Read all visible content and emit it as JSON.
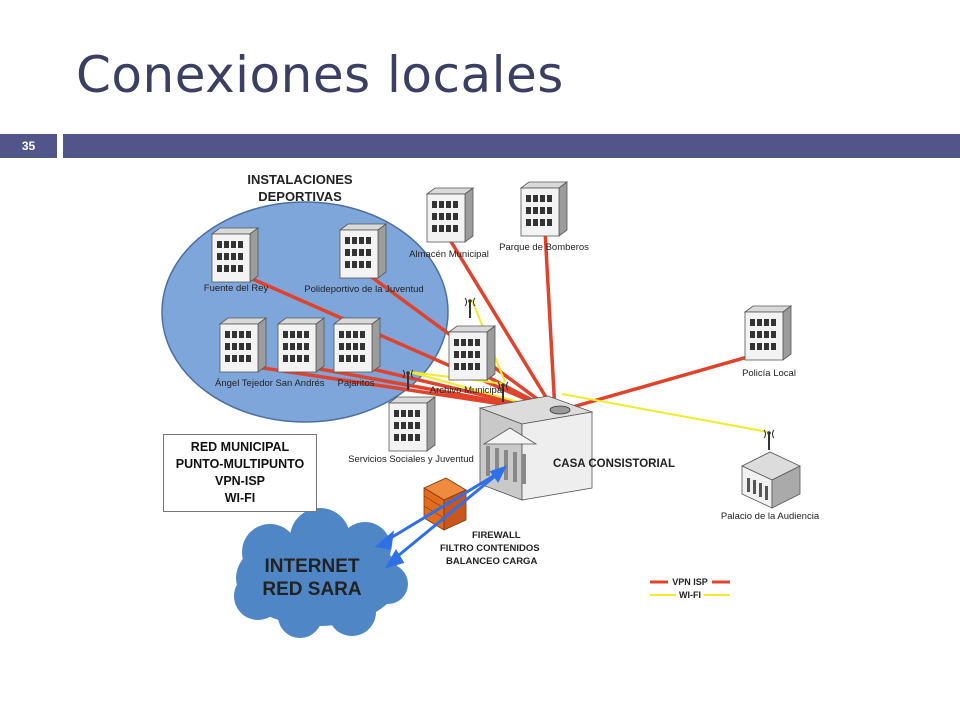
{
  "slide": {
    "title": "Conexiones locales",
    "number": "35"
  },
  "diagram": {
    "group_title_line1": "INSTALACIONES",
    "group_title_line2": "DEPORTIVAS",
    "nodes": {
      "fuente_del_rey": "Fuente del Rey",
      "polideportivo": "Polideportivo de la Juventud",
      "angel_tejedor": "Ángel Tejedor",
      "san_andres": "San Andrés",
      "pajaritos": "Pajaritos",
      "almacen": "Almacén Municipal",
      "bomberos": "Parque de Bomberos",
      "archivo": "Archivo Municipal",
      "policia": "Policía Local",
      "servicios_sociales": "Servicios Sociales y Juventud",
      "casa_consistorial": "CASA CONSISTORIAL",
      "palacio_audiencia": "Palacio de la Audiencia"
    },
    "firewall_lines": [
      "FIREWALL",
      "FILTRO CONTENIDOS",
      "BALANCEO CARGA"
    ],
    "internet_lines": [
      "INTERNET",
      "RED SARA"
    ],
    "legend_box": [
      "RED MUNICIPAL",
      "PUNTO-MULTIPUNTO",
      "VPN-ISP",
      "WI-FI"
    ],
    "line_legend": {
      "vpn": "VPN ISP",
      "wifi": "WI-FI"
    },
    "colors": {
      "vpn": "#e0432c",
      "wifi": "#f2ea2a",
      "internet_link": "#2f6fe8",
      "group_ellipse": "#7fa6da",
      "cloud": "#4f86c5",
      "header_bar": "#52558a"
    }
  }
}
